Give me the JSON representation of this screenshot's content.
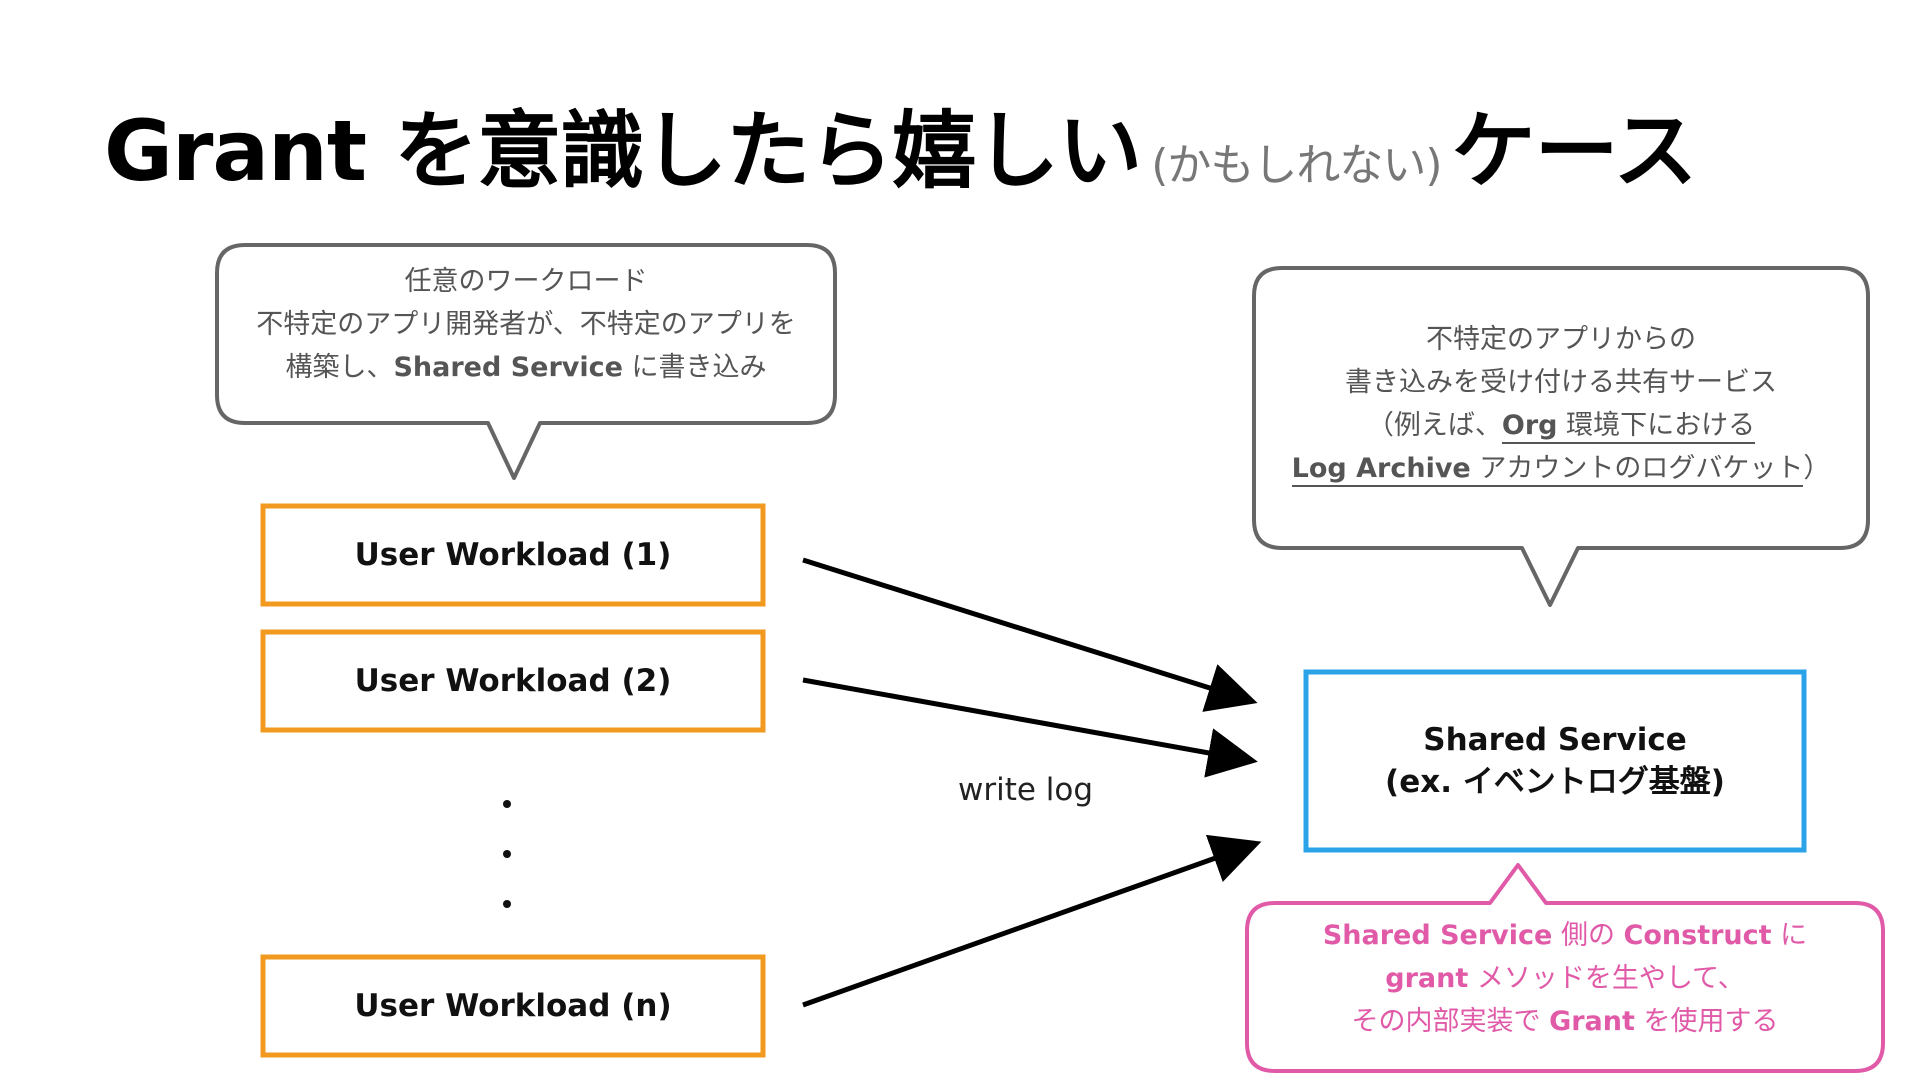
{
  "title": {
    "main_prefix": "Grant を意識したら嬉しい",
    "sub": "(かもしれない)",
    "main_suffix": "ケース"
  },
  "left_bubble": {
    "line1": "任意のワークロード",
    "line2": "不特定のアプリ開発者が、不特定のアプリを",
    "line3_a": "構築し、",
    "line3_b": "Shared Service",
    "line3_c": " に書き込み"
  },
  "right_bubble": {
    "line1": "不特定のアプリからの",
    "line2": "書き込みを受け付ける共有サービス",
    "line3_a": "（例えば、",
    "line3_b": "Org",
    "line3_c": " 環境下における",
    "line4_a": "Log Archive",
    "line4_b": " アカウントのログバケット",
    "line4_c": "）"
  },
  "workloads": [
    "User Workload (1)",
    "User Workload (2)",
    "User Workload (n)"
  ],
  "arrow_label": "write log",
  "shared_service": {
    "line1": "Shared Service",
    "line2": "(ex. イベントログ基盤)"
  },
  "bottom_bubble": {
    "line1_a": "Shared Service",
    "line1_b": " 側の ",
    "line1_c": "Construct",
    "line1_d": " に",
    "line2_a": "grant",
    "line2_b": " メソッドを生やして、",
    "line3_a": "その内部実装で ",
    "line3_b": "Grant",
    "line3_c": " を使用する"
  },
  "colors": {
    "workload_border": "#f29a1f",
    "service_border": "#2aa3e8",
    "note_border": "#e05aa8",
    "note_text": "#e05aa8",
    "bubble_border": "#666666",
    "arrow": "#000000"
  }
}
